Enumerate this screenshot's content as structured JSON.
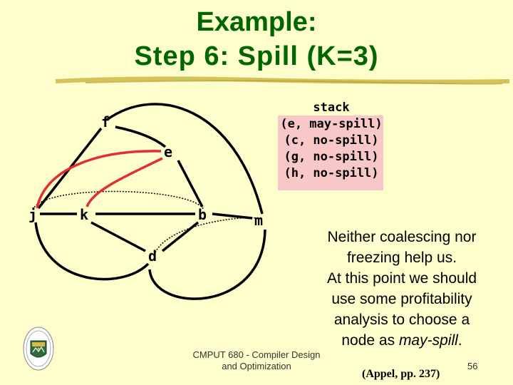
{
  "title": {
    "line1": "Example:",
    "line2": "Step 6: Spill (K=3)"
  },
  "graph": {
    "nodes": [
      {
        "id": "f",
        "label": "f"
      },
      {
        "id": "e",
        "label": "e"
      },
      {
        "id": "j",
        "label": "j"
      },
      {
        "id": "k",
        "label": "k"
      },
      {
        "id": "b",
        "label": "b"
      },
      {
        "id": "m",
        "label": "m"
      },
      {
        "id": "d",
        "label": "d"
      }
    ],
    "interference_color": "#000000",
    "highlight_color": "#e03030",
    "move_edge_color": "#000000"
  },
  "stack": {
    "header": "stack",
    "items": [
      "(e, may-spill)",
      "(c, no-spill)",
      "(g, no-spill)",
      "(h, no-spill)"
    ],
    "box_color": "#f8c8c8"
  },
  "note": {
    "line1": "Neither coalescing nor",
    "line2": "freezing help us.",
    "line3": "At this point we should",
    "line4": "use some profitability",
    "line5": "analysis to choose a",
    "line6_prefix": "node as ",
    "line6_em": "may-spill",
    "line6_suffix": "."
  },
  "footer": {
    "line1": "CMPUT 680 - Compiler Design",
    "line2": "and Optimization"
  },
  "citation": "(Appel, pp. 237)",
  "page_number": "56",
  "colors": {
    "background": "#fefecc",
    "title": "#006600",
    "rule": "#c8b440"
  }
}
